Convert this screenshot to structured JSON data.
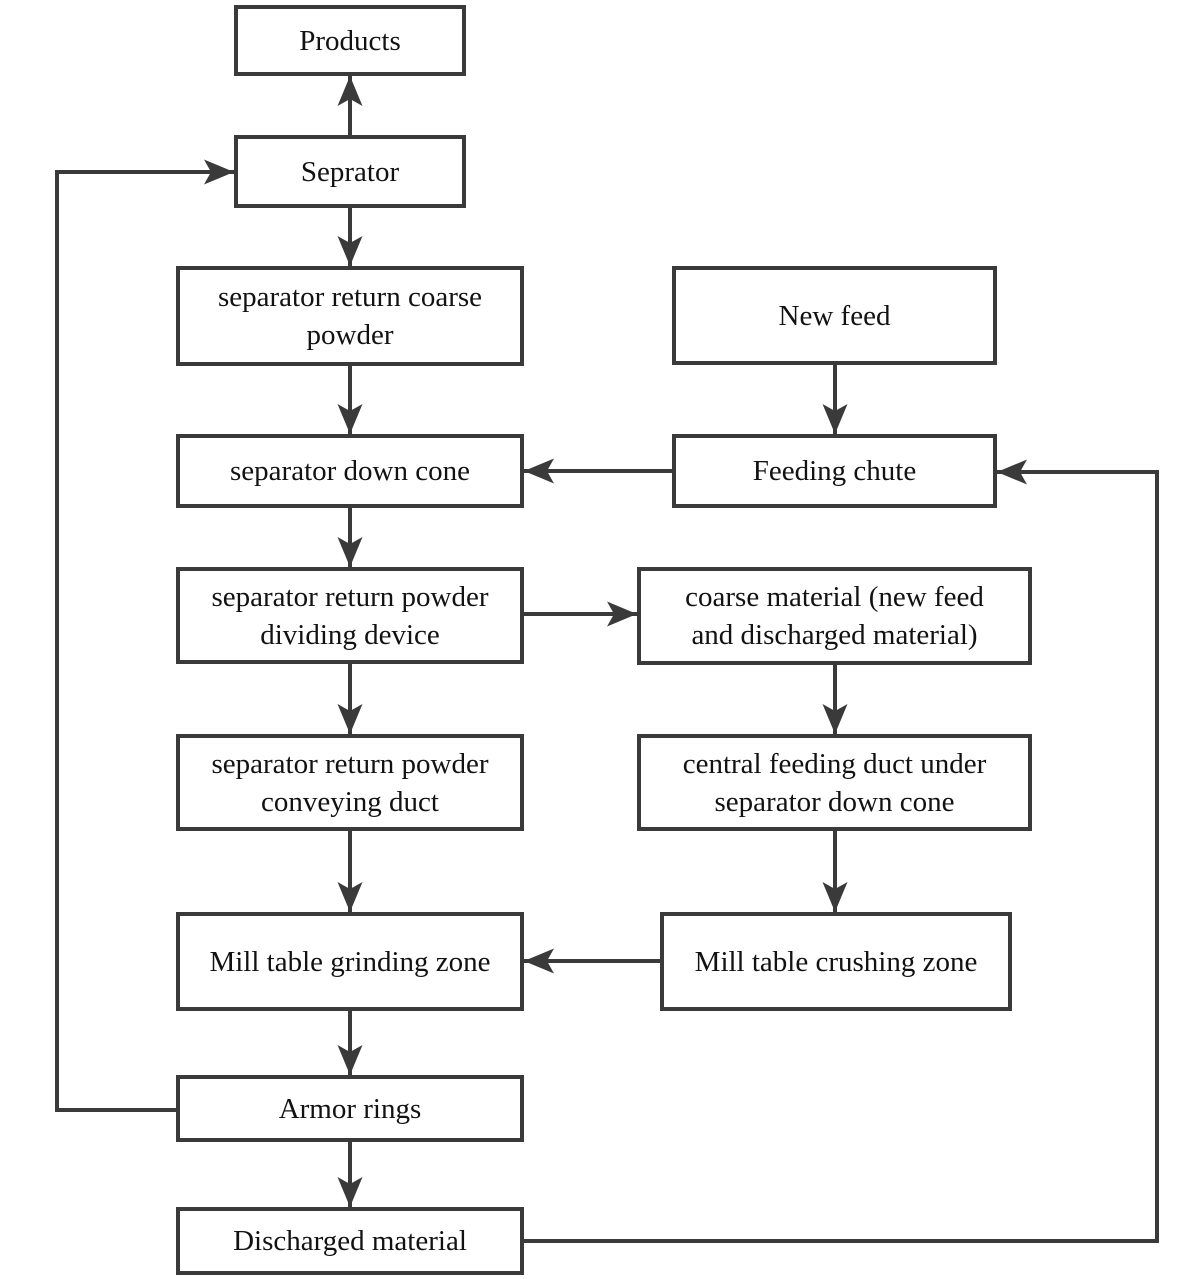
{
  "diagram": {
    "type": "flowchart",
    "colors": {
      "box_fill": "#ffffff",
      "box_border": "#3a3a3a",
      "line": "#3a3a3a",
      "text": "#121212"
    },
    "nodes": {
      "products": {
        "lines": [
          "Products"
        ]
      },
      "seprator": {
        "lines": [
          "Seprator"
        ]
      },
      "separator_return_coarse_powder": {
        "lines": [
          "separator return coarse",
          "powder"
        ]
      },
      "separator_down_cone": {
        "lines": [
          "separator down cone"
        ]
      },
      "separator_return_powder_dividing_device": {
        "lines": [
          "separator return powder",
          "dividing device"
        ]
      },
      "separator_return_powder_conveying_duct": {
        "lines": [
          "separator return powder",
          "conveying duct"
        ]
      },
      "mill_table_grinding_zone": {
        "lines": [
          "Mill table grinding zone"
        ]
      },
      "armor_rings": {
        "lines": [
          "Armor rings"
        ]
      },
      "discharged_material": {
        "lines": [
          "Discharged material"
        ]
      },
      "new_feed": {
        "lines": [
          "New feed"
        ]
      },
      "feeding_chute": {
        "lines": [
          "Feeding chute"
        ]
      },
      "coarse_material": {
        "lines": [
          "coarse material (new feed",
          "and discharged material)"
        ]
      },
      "central_feeding_duct": {
        "lines": [
          "central feeding duct under",
          "separator down cone"
        ]
      },
      "mill_table_crushing_zone": {
        "lines": [
          "Mill table crushing zone"
        ]
      }
    },
    "edges": [
      {
        "from": "seprator",
        "to": "products"
      },
      {
        "from": "seprator",
        "to": "separator_return_coarse_powder"
      },
      {
        "from": "separator_return_coarse_powder",
        "to": "separator_down_cone"
      },
      {
        "from": "separator_down_cone",
        "to": "separator_return_powder_dividing_device"
      },
      {
        "from": "separator_return_powder_dividing_device",
        "to": "separator_return_powder_conveying_duct"
      },
      {
        "from": "separator_return_powder_dividing_device",
        "to": "coarse_material"
      },
      {
        "from": "separator_return_powder_conveying_duct",
        "to": "mill_table_grinding_zone"
      },
      {
        "from": "mill_table_grinding_zone",
        "to": "armor_rings"
      },
      {
        "from": "armor_rings",
        "to": "discharged_material"
      },
      {
        "from": "armor_rings",
        "to": "seprator"
      },
      {
        "from": "new_feed",
        "to": "feeding_chute"
      },
      {
        "from": "feeding_chute",
        "to": "separator_down_cone"
      },
      {
        "from": "coarse_material",
        "to": "central_feeding_duct"
      },
      {
        "from": "central_feeding_duct",
        "to": "mill_table_crushing_zone"
      },
      {
        "from": "mill_table_crushing_zone",
        "to": "mill_table_grinding_zone"
      },
      {
        "from": "discharged_material",
        "to": "feeding_chute"
      }
    ]
  }
}
